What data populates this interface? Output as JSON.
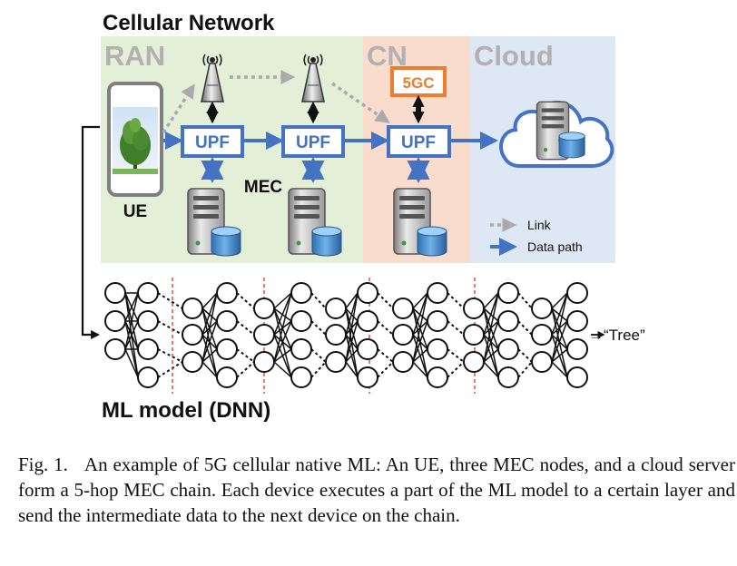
{
  "title": "Cellular Network",
  "sections": {
    "ran": "RAN",
    "cn": "CN",
    "cloud": "Cloud"
  },
  "labels": {
    "ue": "UE",
    "mec": "MEC",
    "core": "5GC",
    "upf": "UPF",
    "output": "→“Tree”"
  },
  "legend": {
    "link": "Link",
    "data_path": "Data path"
  },
  "ml_title": "ML model (DNN)",
  "caption": {
    "label": "Fig. 1.",
    "text": "An example of 5G cellular native ML: An UE, three MEC nodes, and a cloud server form a 5-hop MEC chain. Each device executes a part of the ML model to a certain layer and send the intermediate data to the next device on the chain."
  },
  "colors": {
    "ran_bg": "#e3efd7",
    "cn_bg": "#f9dccb",
    "cloud_bg": "#dde8f4",
    "section_text": "#b1b1b1",
    "accent_blue": "#4472c4",
    "core_orange": "#ed7d31",
    "link_gray": "#aaaaaa",
    "split_red": "#e0302a"
  },
  "icons": [
    "antenna-icon",
    "server-icon",
    "cloud-icon",
    "phone-icon",
    "tree-image",
    "database-icon"
  ]
}
